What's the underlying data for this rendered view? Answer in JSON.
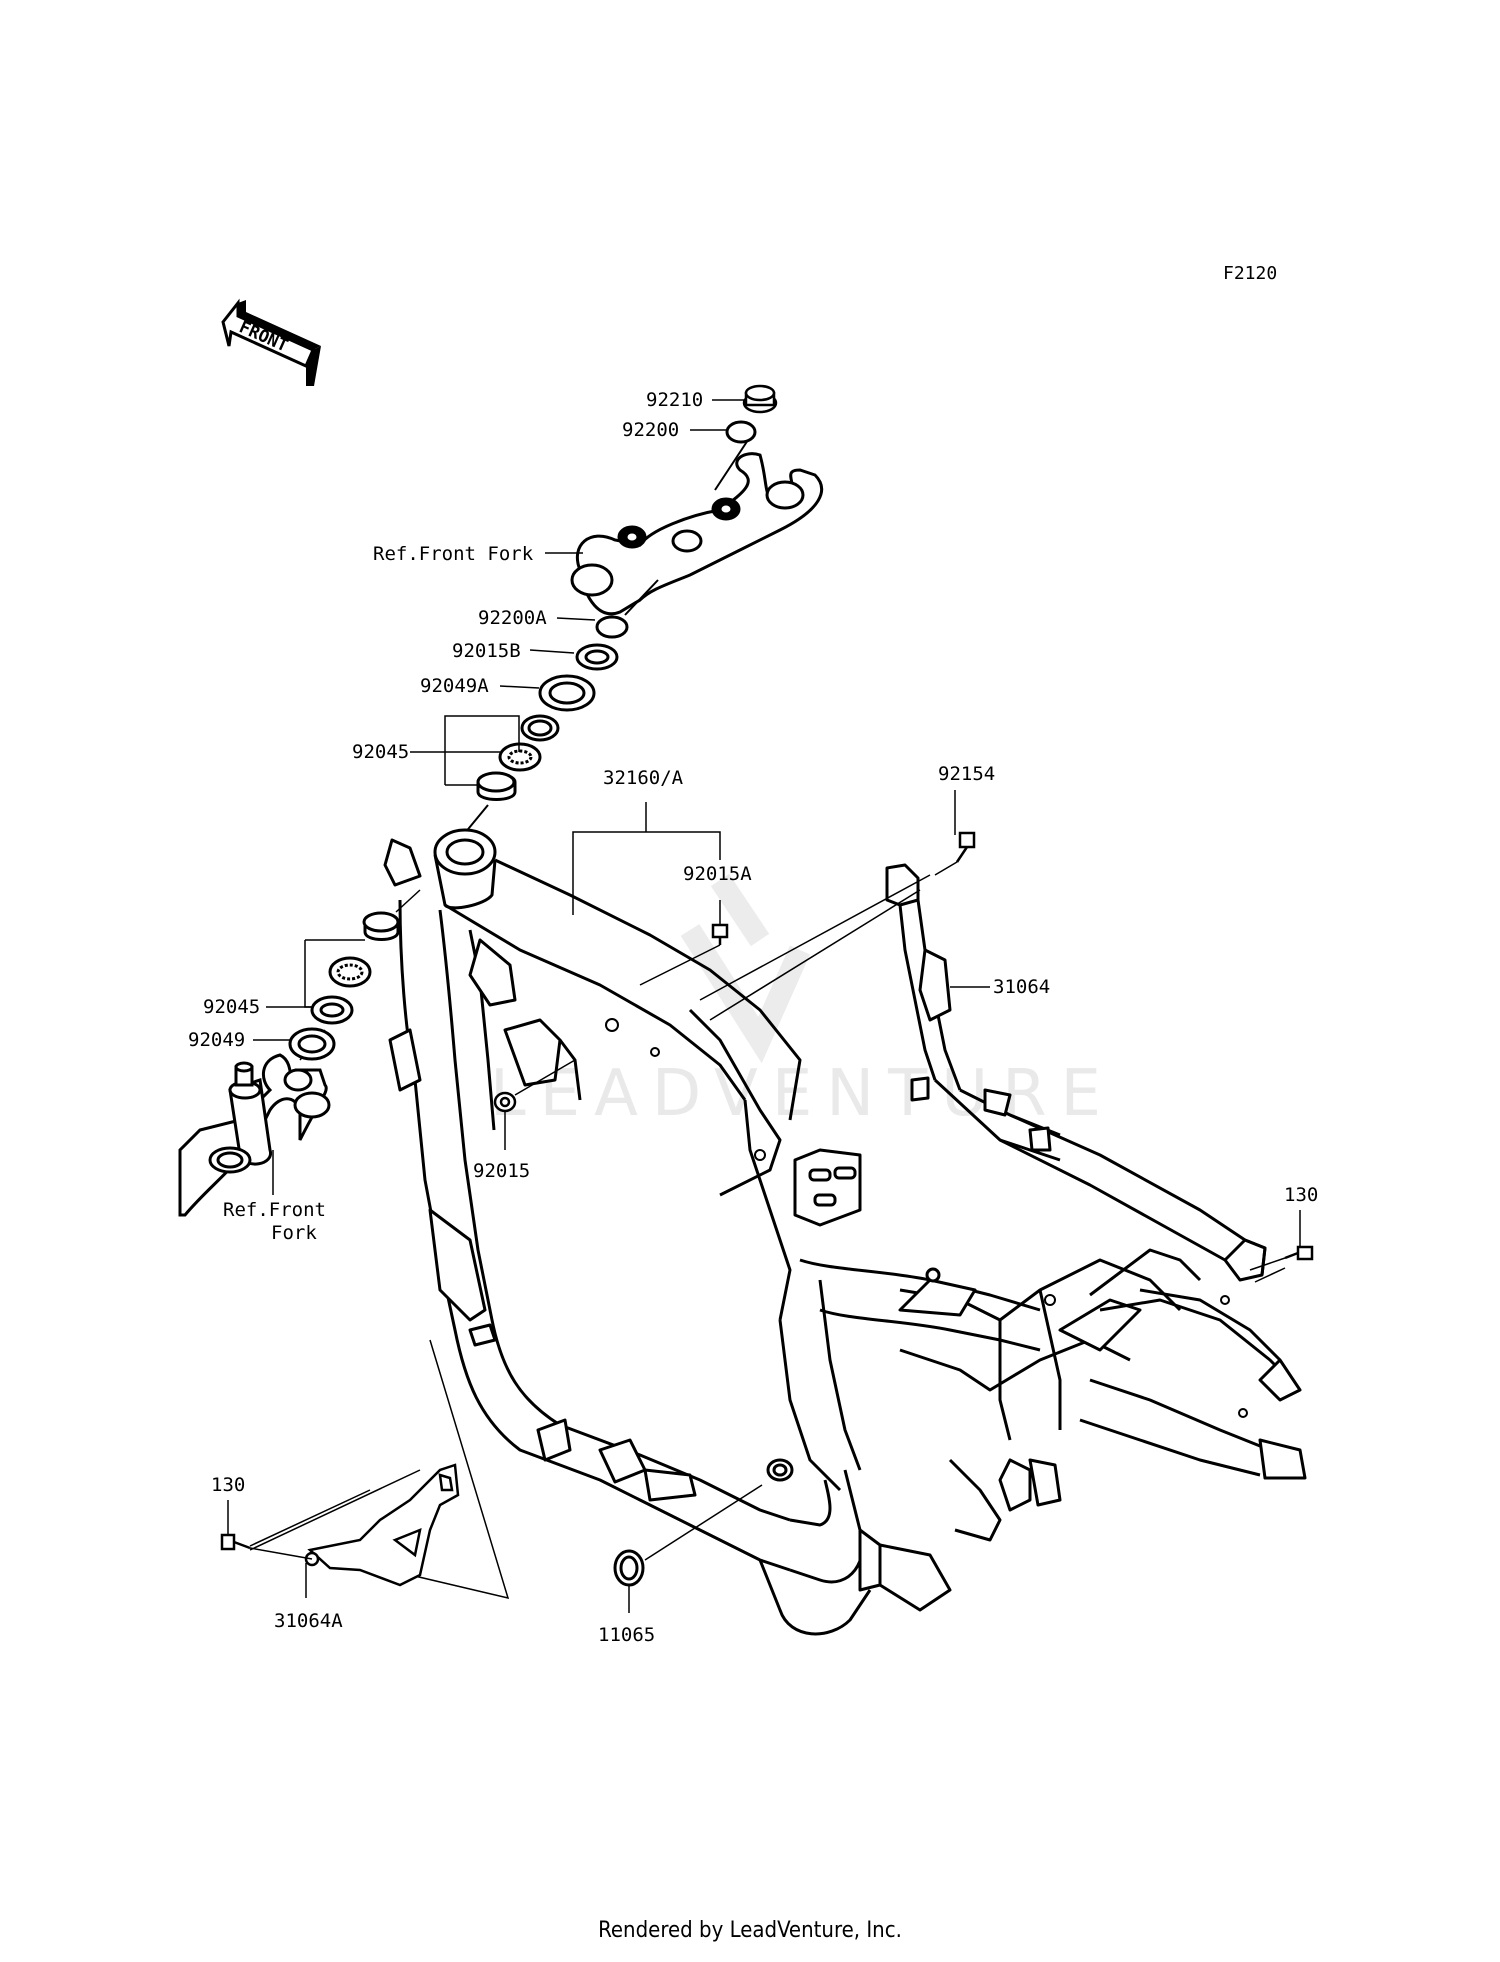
{
  "diagram_code": "F2120",
  "front_arrow": {
    "label": "FRONT",
    "icon": "front-direction-arrow-icon"
  },
  "watermark": {
    "text": "LEADVENTURE",
    "icon": "leadventure-logo-icon"
  },
  "callouts": {
    "c92210": "92210",
    "c92200": "92200",
    "ref_front_fork_top": "Ref.Front Fork",
    "c92200A": "92200A",
    "c92015B": "92015B",
    "c92049A": "92049A",
    "c92045_top": "92045",
    "c32160A": "32160/A",
    "c92154": "92154",
    "c92015A": "92015A",
    "c31064": "31064",
    "c92045_bottom": "92045",
    "c92049": "92049",
    "c92015": "92015",
    "ref_front_fork_bottom_1": "Ref.Front",
    "ref_front_fork_bottom_2": "Fork",
    "c130_right": "130",
    "c130_left": "130",
    "c31064A": "31064A",
    "c11065": "11065"
  },
  "footer": "Rendered by LeadVenture, Inc."
}
